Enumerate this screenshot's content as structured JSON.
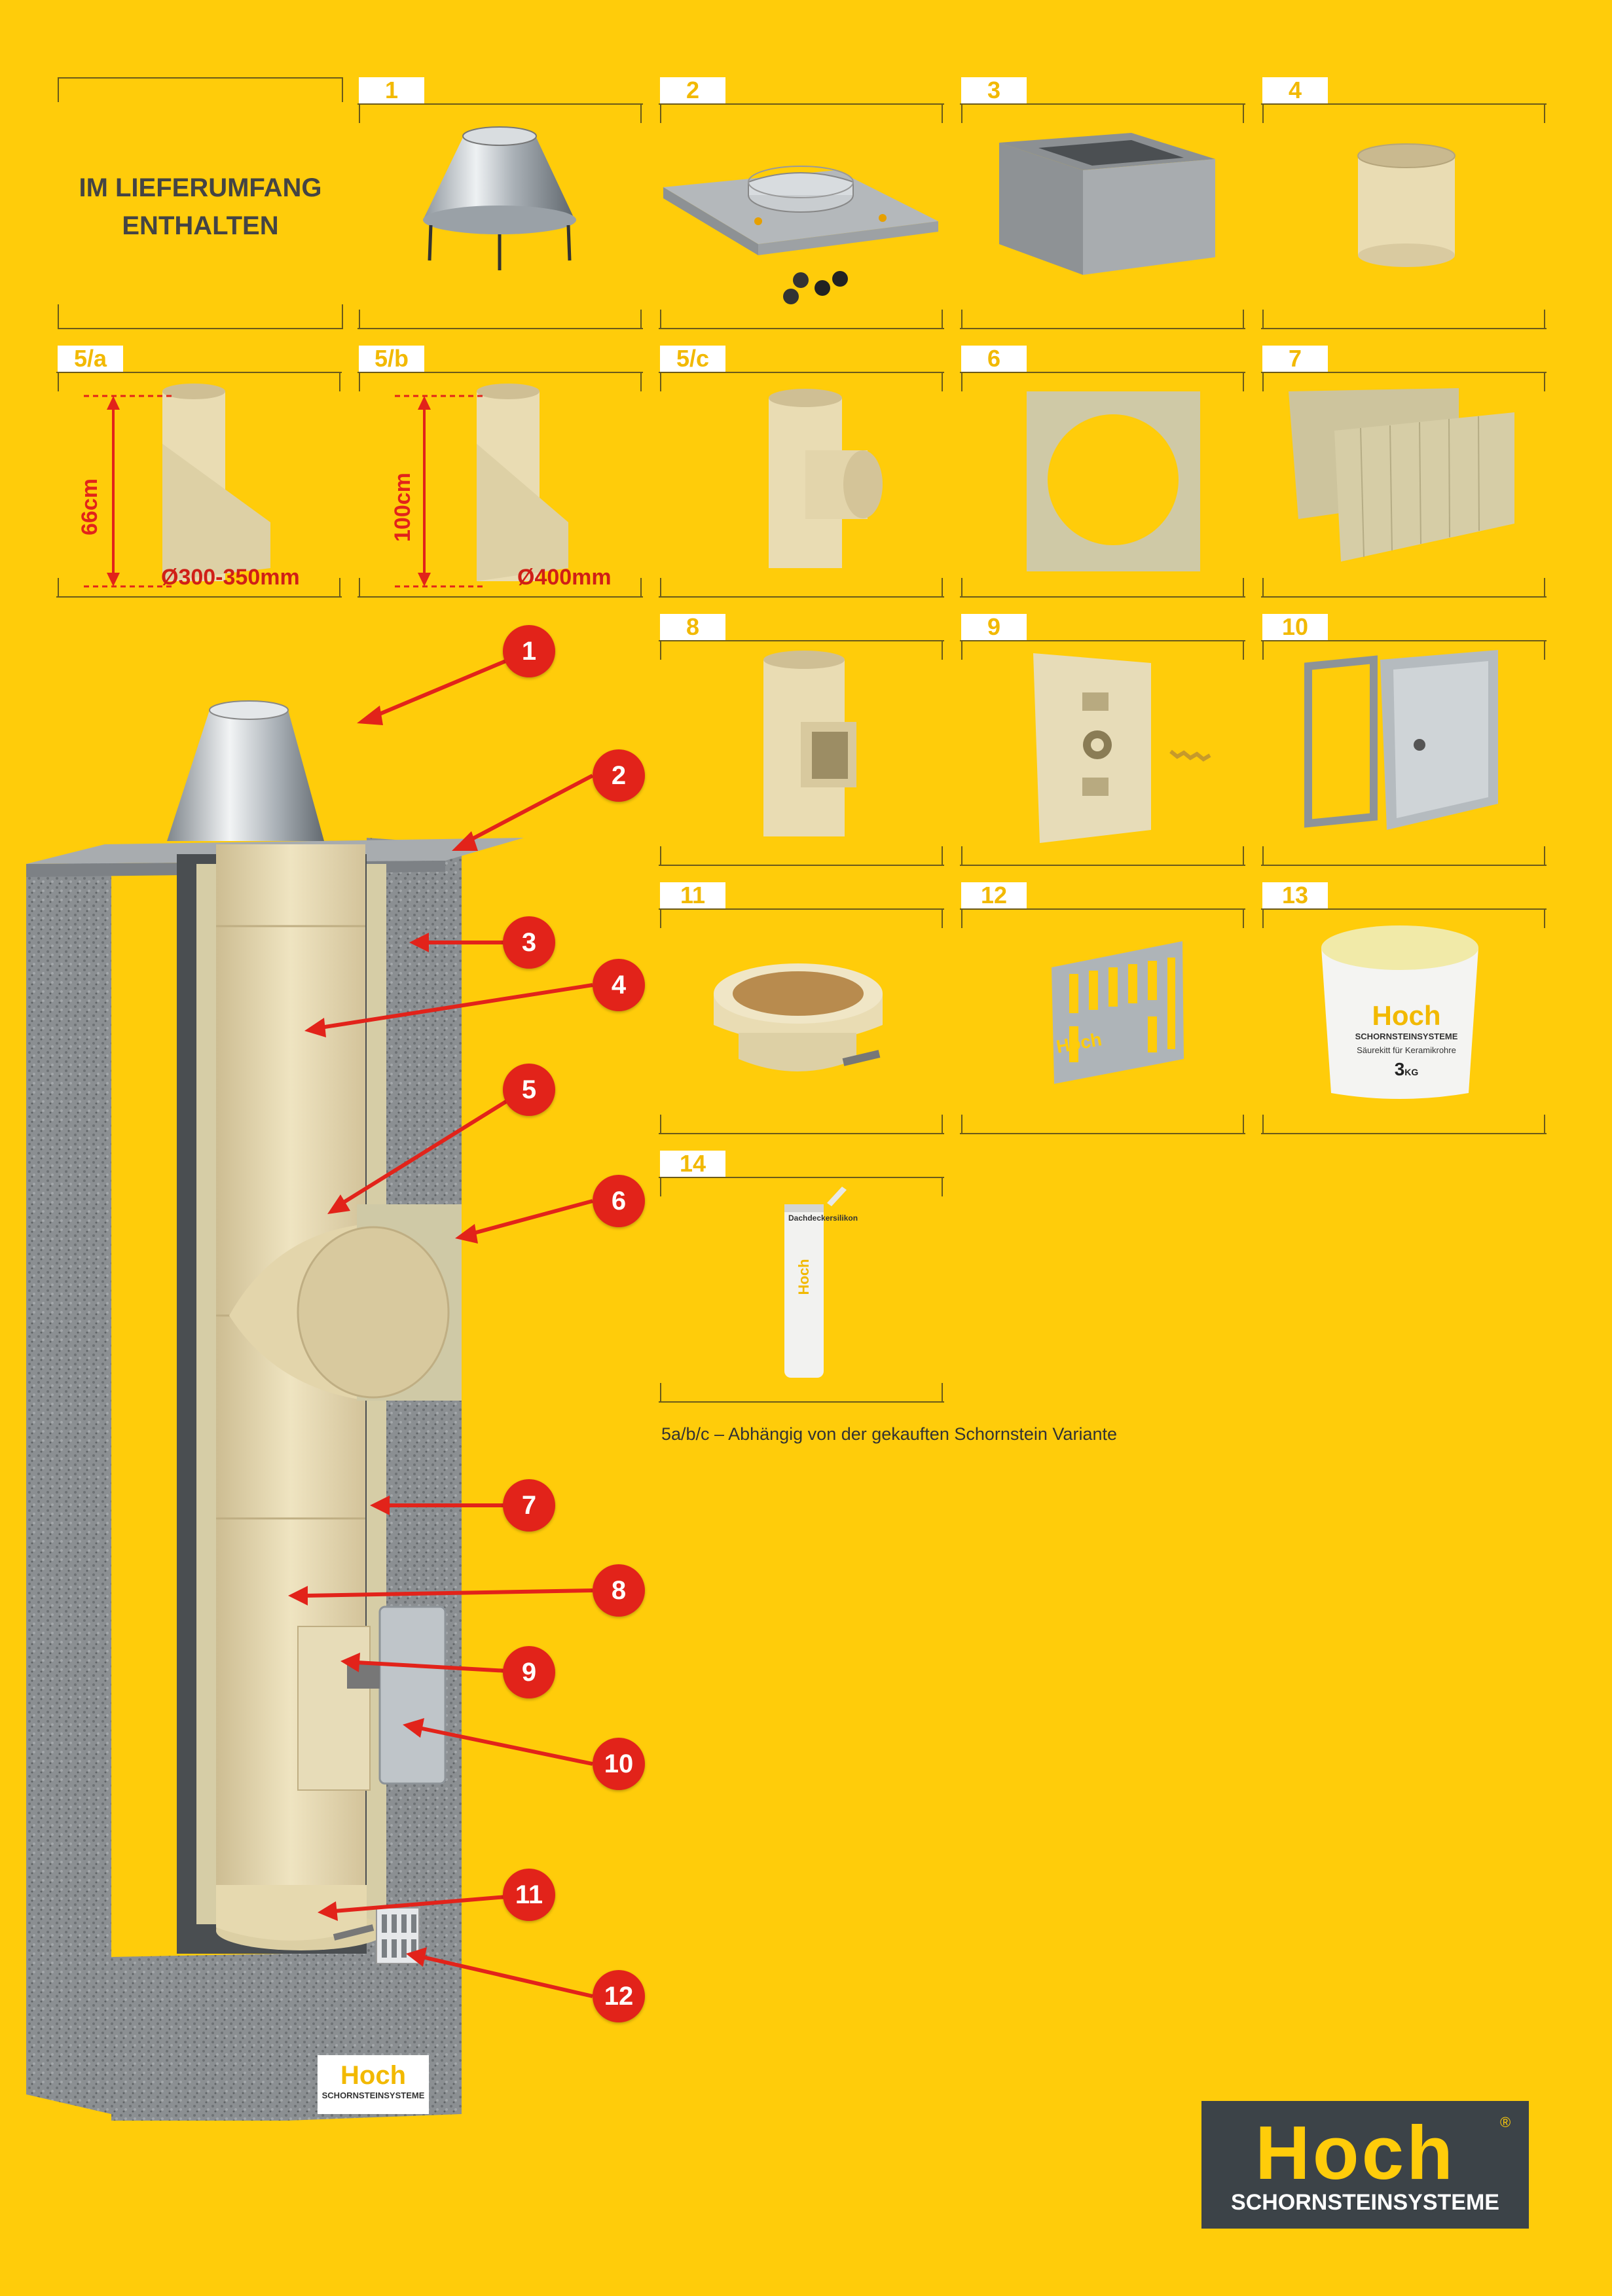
{
  "intro": {
    "title_line1": "IM LIEFERUMFANG",
    "title_line2": "ENTHALTEN"
  },
  "tabs": [
    "1",
    "2",
    "3",
    "4",
    "5/a",
    "5/b",
    "5/c",
    "6",
    "7",
    "8",
    "9",
    "10",
    "11",
    "12",
    "13",
    "14"
  ],
  "dims": {
    "a_height": "66cm",
    "a_diameter": "Ø300-350mm",
    "b_height": "100cm",
    "b_diameter": "Ø400mm"
  },
  "bucket": {
    "brand": "Hoch",
    "line1": "SCHORNSTEINSYSTEME",
    "line2": "Säurekitt für Keramikrohre",
    "weight": "3",
    "unit": "KG"
  },
  "cartridge": {
    "brand": "Hoch",
    "label": "Dachdeckersilikon"
  },
  "grate_brand": "Hoch",
  "callouts": [
    "1",
    "2",
    "3",
    "4",
    "5",
    "6",
    "7",
    "8",
    "9",
    "10",
    "11",
    "12"
  ],
  "chimney_label": {
    "brand": "Hoch",
    "sub": "SCHORNSTEINSYSTEME"
  },
  "note": "5a/b/c  –  Abhängig von der gekauften Schornstein Variante",
  "logo": {
    "brand": "Hoch",
    "reg": "®",
    "sub": "SCHORNSTEINSYSTEME"
  },
  "colors": {
    "background": "#ffcc0a",
    "accent": "#e2231a",
    "dark": "#3c4348"
  }
}
